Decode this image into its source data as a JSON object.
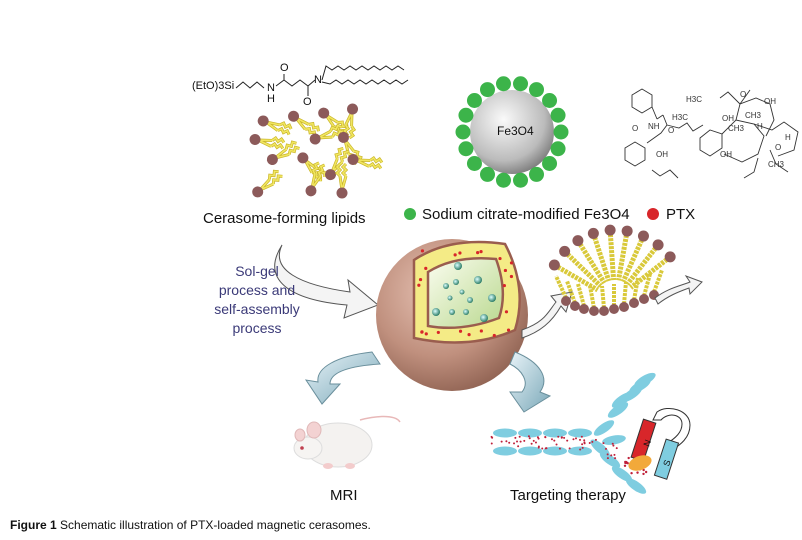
{
  "lipid_formula": {
    "silane": "(EtO)3Si",
    "amide_n": "N",
    "amide_h": "H",
    "carbonyl_o1": "O",
    "carbonyl_o2": "O",
    "tertiary_n": "N"
  },
  "nanoparticle": {
    "core_label": "Fe3O4"
  },
  "labels": {
    "lipids": "Cerasome-forming lipids",
    "fe3o4_legend": "Sodium citrate-modified Fe3O4",
    "ptx_legend": "PTX",
    "process": "Sol-gel process and self-assembly process",
    "mri": "MRI",
    "targeting": "Targeting therapy"
  },
  "ptx_structure": {
    "h3c_top": "H3C",
    "o_top": "O",
    "oh_top": "OH",
    "ch3_a": "CH3",
    "h3c_left": "H3C",
    "oh_mid": "OH",
    "ch3_b": "CH3",
    "h_a": "H",
    "h_b": "H",
    "nh": "NH",
    "o_amide": "O",
    "o_ester": "O",
    "oh_side": "OH",
    "oh_bottom": "OH",
    "o_ring": "O",
    "ch3_acetyl": "CH3"
  },
  "magnet": {
    "north": "N",
    "south": "S"
  },
  "caption": {
    "figure_label": "Figure 1",
    "text": "Schematic illustration of PTX-loaded magnetic cerasomes."
  },
  "colors": {
    "lipid_head": "#8c5a5a",
    "lipid_tail": "#e6d84a",
    "fe3o4_shell": "#3cb44a",
    "ptx": "#d8262a",
    "sphere": "#c0907e",
    "process_text": "#3b3a78",
    "vessel_cells": "#7fcde0",
    "magnet_north": "#d8262a",
    "magnet_south": "#7fcde0"
  }
}
